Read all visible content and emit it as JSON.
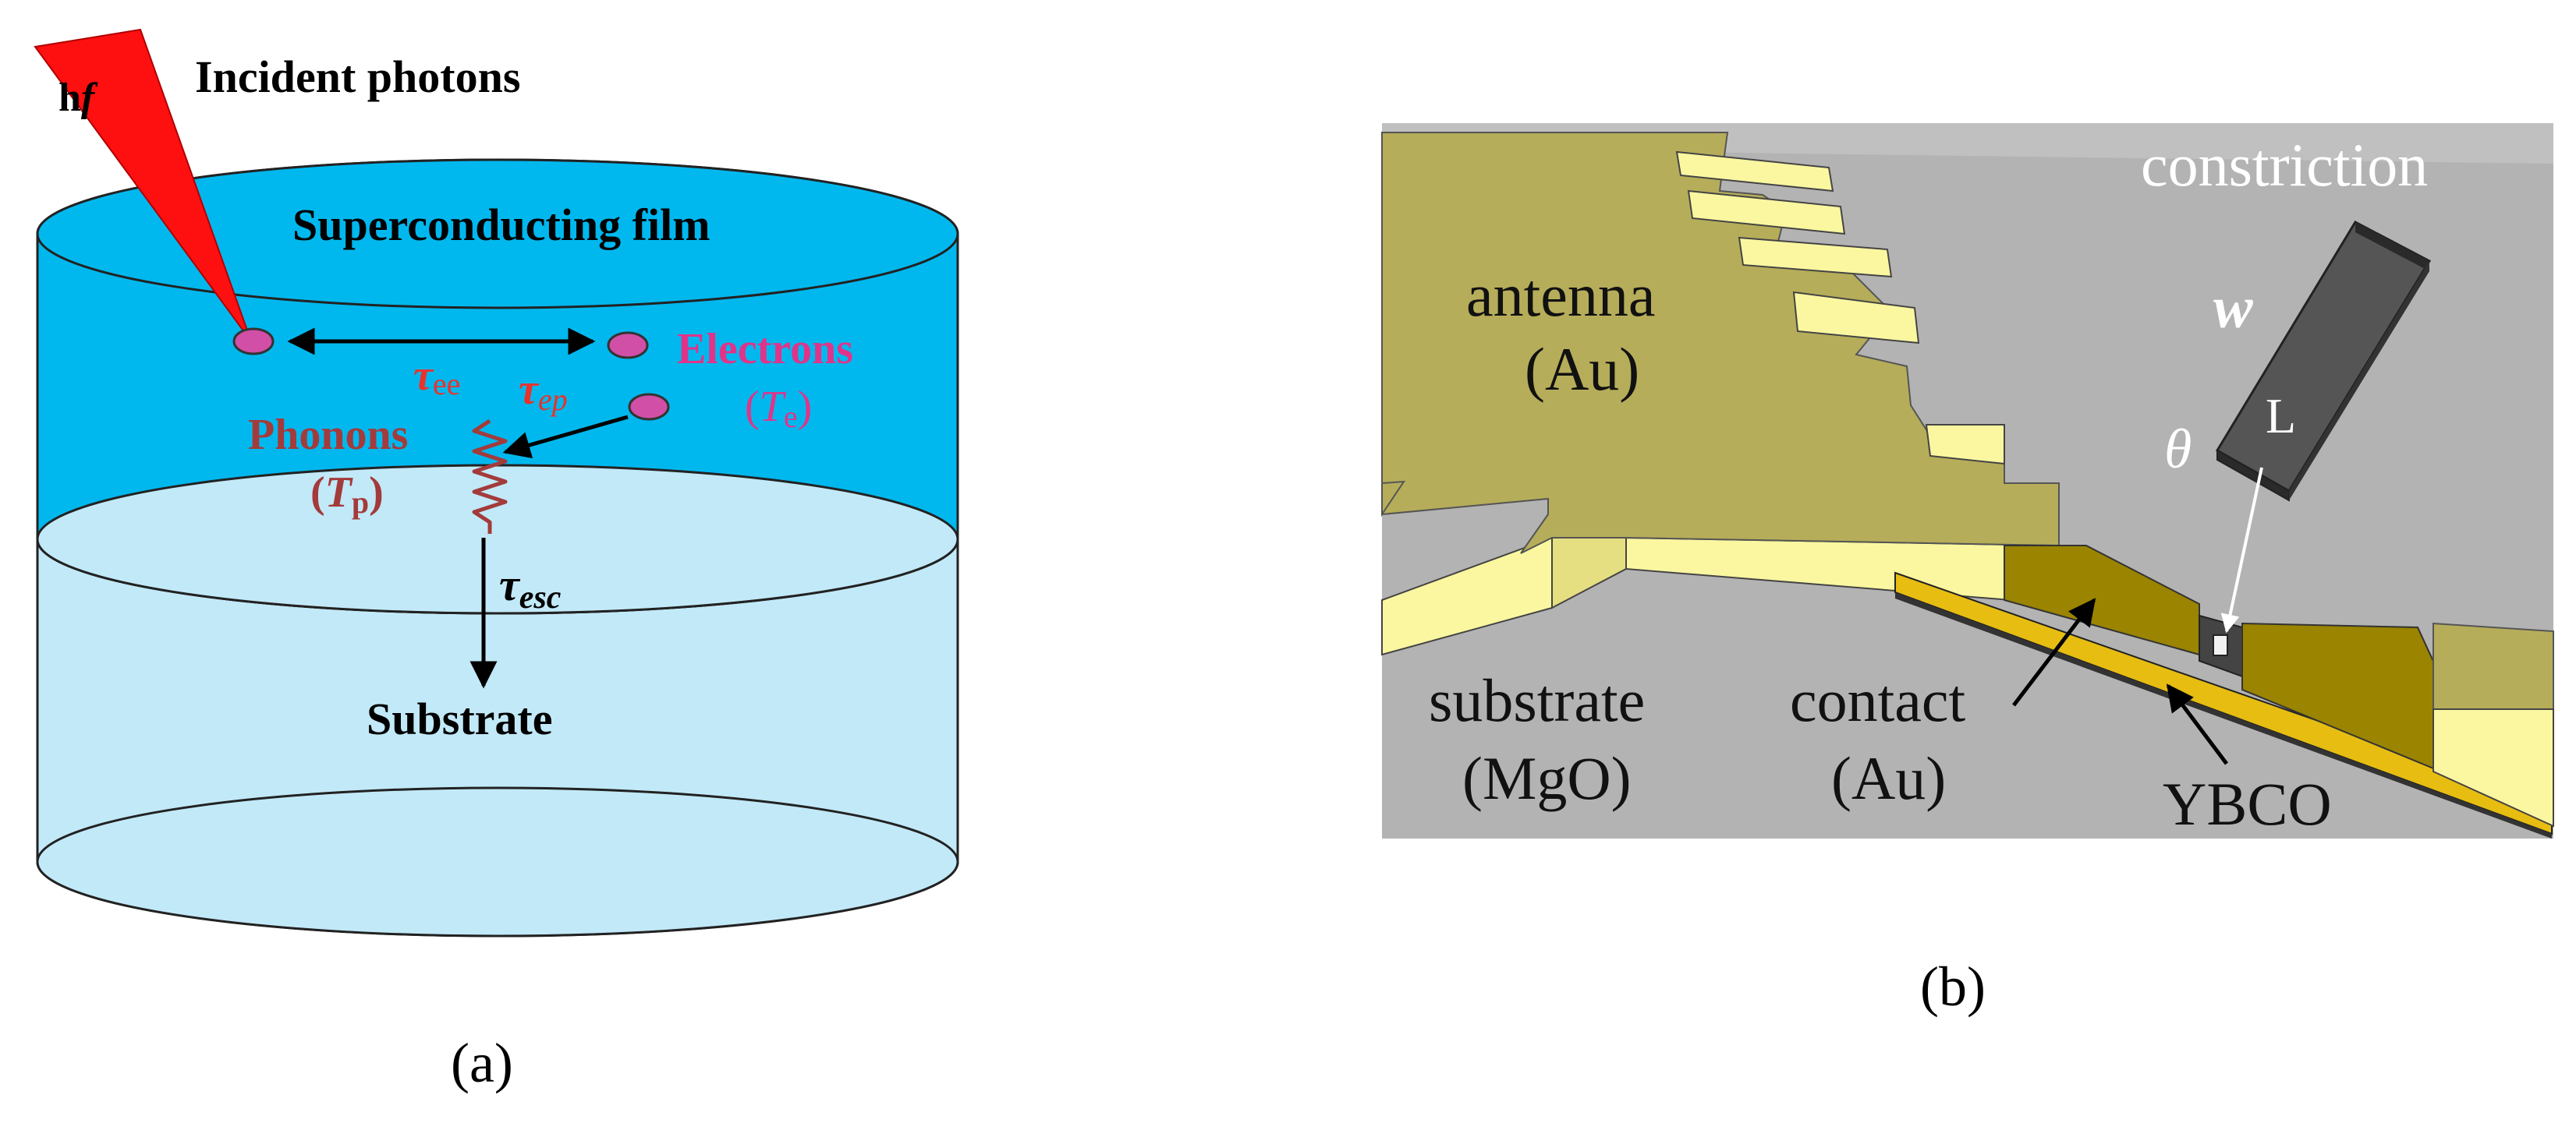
{
  "panel_a": {
    "caption": "(a)",
    "photon_symbol": "h",
    "photon_symbol_f": "f",
    "incident_label": "Incident photons",
    "film_label": "Superconducting film",
    "electrons_label": "Electrons",
    "electron_temp_sym": "T",
    "electron_temp_sub": "e",
    "phonons_label": "Phonons",
    "phonon_temp_sym": "T",
    "phonon_temp_sub": "p",
    "tau": "τ",
    "tau_ee_sub": "ee",
    "tau_ep_sub": "ep",
    "tau_esc_sub": "esc",
    "substrate_label": "Substrate",
    "colors": {
      "film": "#00b8ee",
      "substrate": "#c2e9f8",
      "photon_beam": "#ff1010",
      "electron": "#d14fa6",
      "electron_text": "#e0348a",
      "phonon": "#a33b3b",
      "tau_red": "#e8332d"
    }
  },
  "panel_b": {
    "caption": "(b)",
    "constriction_label": "constriction",
    "w_label": "w",
    "L_label": "L",
    "theta_label": "θ",
    "antenna_label": "antenna",
    "antenna_material": "(Au)",
    "substrate_label": "substrate",
    "substrate_material": "(MgO)",
    "contact_label": "contact",
    "contact_material": "(Au)",
    "ybco_label": "YBCO",
    "colors": {
      "substrate": "#b3b3b3",
      "antenna_top": "#b6ad5a",
      "antenna_side": "#fbf7a0",
      "contact": "#9a8400",
      "strip": "#e7bd12",
      "constriction": "#444444"
    }
  }
}
